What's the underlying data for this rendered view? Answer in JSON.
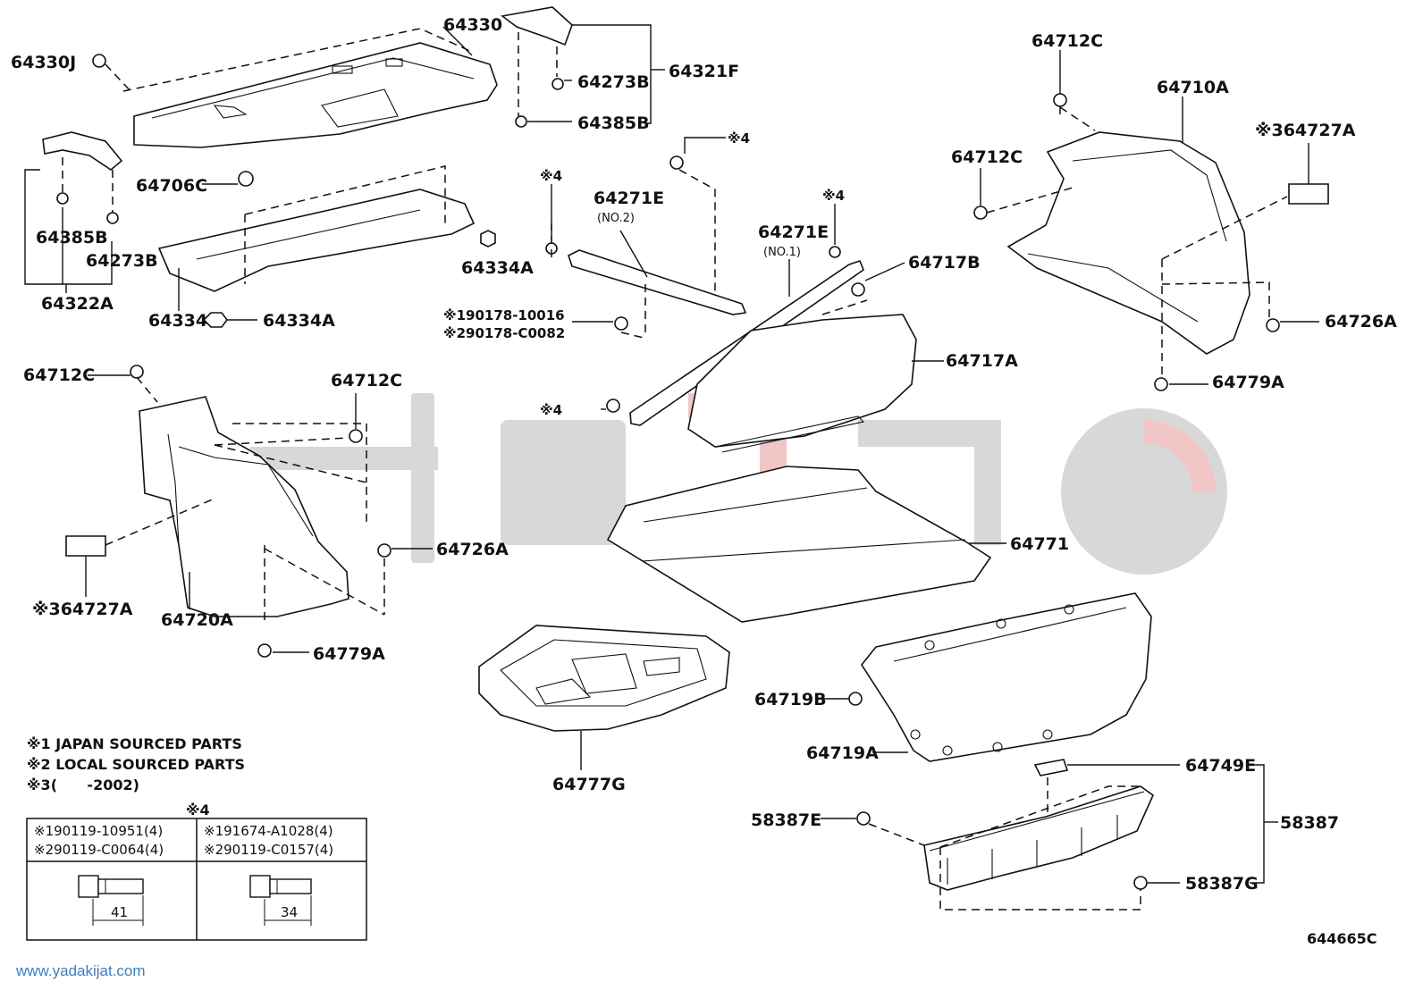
{
  "labels": {
    "p64330J": "64330J",
    "p64330": "64330",
    "p64273B_top": "64273B",
    "p64321F": "64321F",
    "p64385B_top": "64385B",
    "p64706C": "64706C",
    "p64385B_left": "64385B",
    "p64273B_left": "64273B",
    "p64322A": "64322A",
    "p64334": "64334",
    "p64334A_a": "64334A",
    "p64334A_b": "64334A",
    "n4_a": "※4",
    "n4_b": "※4",
    "n4_c": "※4",
    "n4_d": "※4",
    "p64271E_2": "64271E",
    "p64271E_2_sub": "(NO.2)",
    "p64271E_1": "64271E",
    "p64271E_1_sub": "(NO.1)",
    "p190178": "※190178-10016",
    "p290178": "※290178-C0082",
    "p64712C_tr": "64712C",
    "p64710A": "64710A",
    "p64712C_r": "64712C",
    "p64727A_r": "※364727A",
    "p64717B": "64717B",
    "p64717A": "64717A",
    "p64726A_r": "64726A",
    "p64779A_r": "64779A",
    "p64712C_l": "64712C",
    "p64712C_l2": "64712C",
    "p64726A_l": "64726A",
    "p64727A_l": "※364727A",
    "p64720A": "64720A",
    "p64779A_l": "64779A",
    "p64771": "64771",
    "p64777G": "64777G",
    "p64719B": "64719B",
    "p64719A": "64719A",
    "p64749E": "64749E",
    "p58387E": "58387E",
    "p58387": "58387",
    "p58387G": "58387G"
  },
  "notes": {
    "n1": "※1 JAPAN SOURCED PARTS",
    "n2": "※2 LOCAL SOURCED PARTS",
    "n3": "※3(      -2002)"
  },
  "table": {
    "header": "※4",
    "left_row1": "※190119-10951(4)",
    "left_row2": "※290119-C0064(4)",
    "left_dim": "41",
    "right_row1": "※191674-A1028(4)",
    "right_row2": "※290119-C0157(4)",
    "right_dim": "34"
  },
  "footer": {
    "website": "www.yadakijat.com",
    "drawing_code": "644665C"
  },
  "colors": {
    "line": "#111111",
    "watermark_gray": "#d8d8d8",
    "watermark_red": "#f2c6c6",
    "footer_link": "#3a7fc0"
  }
}
